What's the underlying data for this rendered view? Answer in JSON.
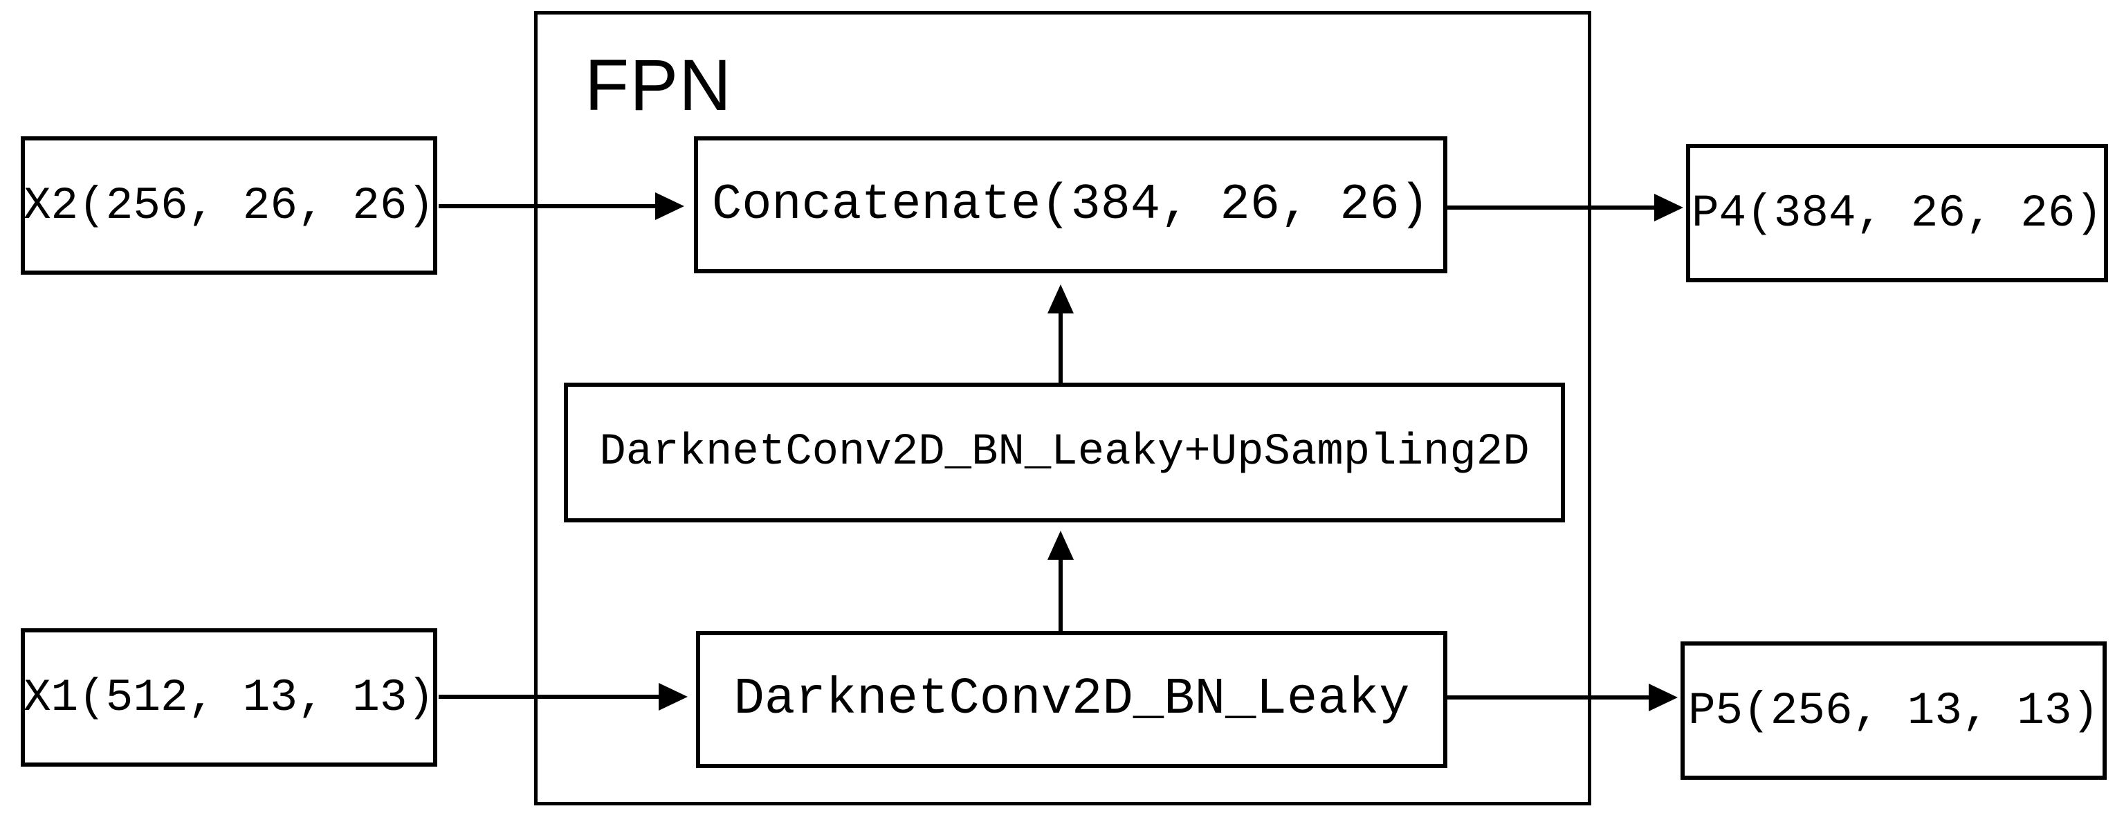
{
  "diagram": {
    "title": "FPN feature-fusion block diagram",
    "container_label": "FPN",
    "nodes": {
      "x2": {
        "label": "X2(256, 26, 26)"
      },
      "concatenate": {
        "label": "Concatenate(384, 26, 26)"
      },
      "p4": {
        "label": "P4(384, 26, 26)"
      },
      "upsample": {
        "label": "DarknetConv2D_BN_Leaky+UpSampling2D"
      },
      "x1": {
        "label": "X1(512, 13, 13)"
      },
      "darknet": {
        "label": "DarknetConv2D_BN_Leaky"
      },
      "p5": {
        "label": "P5(256, 13, 13)"
      }
    },
    "edges": [
      {
        "from": "x2",
        "to": "concatenate",
        "direction": "right"
      },
      {
        "from": "concatenate",
        "to": "p4",
        "direction": "right"
      },
      {
        "from": "x1",
        "to": "darknet",
        "direction": "right"
      },
      {
        "from": "darknet",
        "to": "p5",
        "direction": "right"
      },
      {
        "from": "upsample",
        "to": "concatenate",
        "direction": "up"
      },
      {
        "from": "darknet",
        "to": "upsample",
        "direction": "up"
      }
    ],
    "colors": {
      "stroke": "#000000",
      "background": "#ffffff"
    }
  }
}
